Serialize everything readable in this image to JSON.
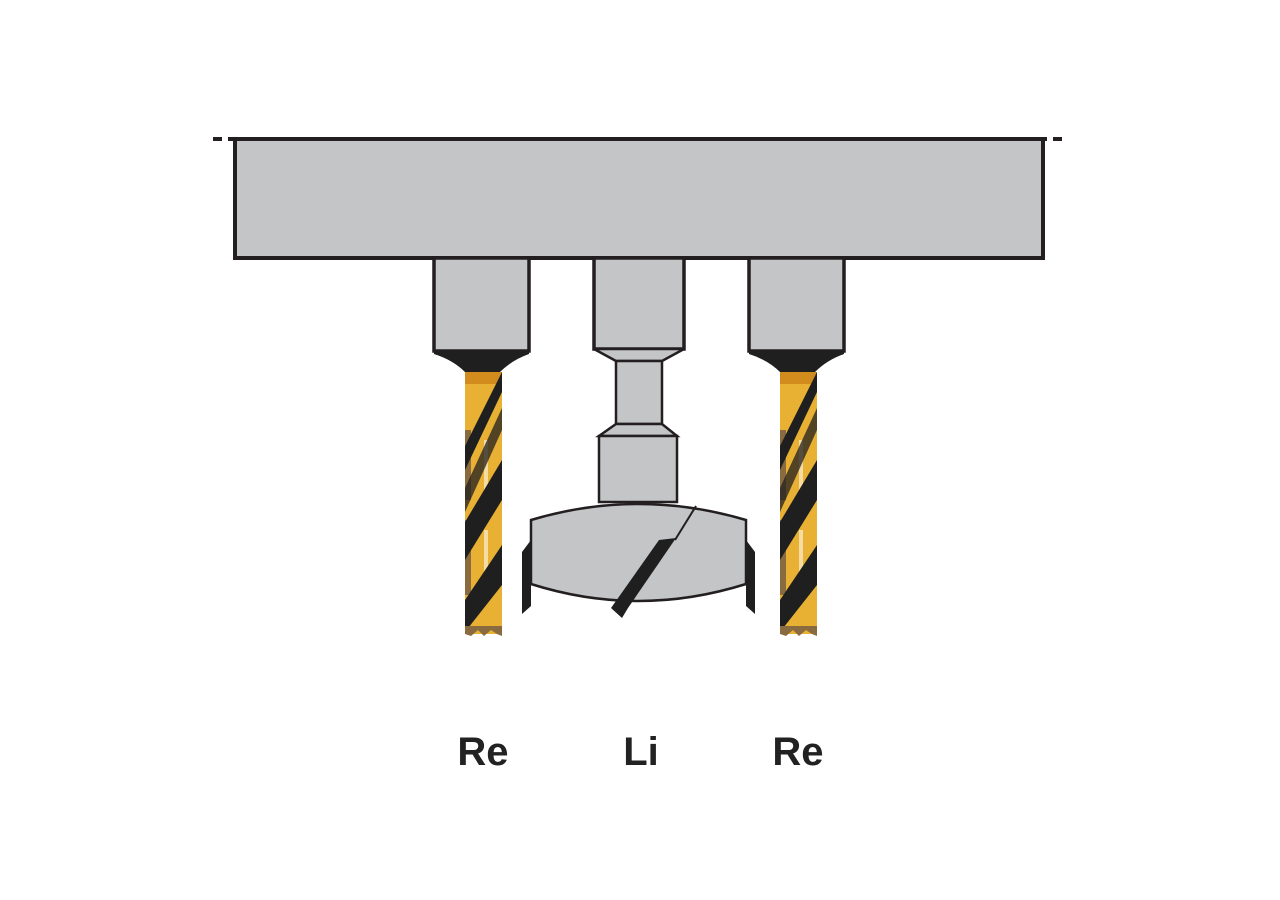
{
  "labels": {
    "left": "Re",
    "center": "Li",
    "right": "Re"
  },
  "colors": {
    "gray": "#c4c5c7",
    "outline": "#231f20",
    "dark": "#1f1f1f",
    "gold": "#e8b134",
    "gold_dark": "#d18c1d",
    "brown": "#8a6b3f",
    "white": "#ffffff"
  }
}
